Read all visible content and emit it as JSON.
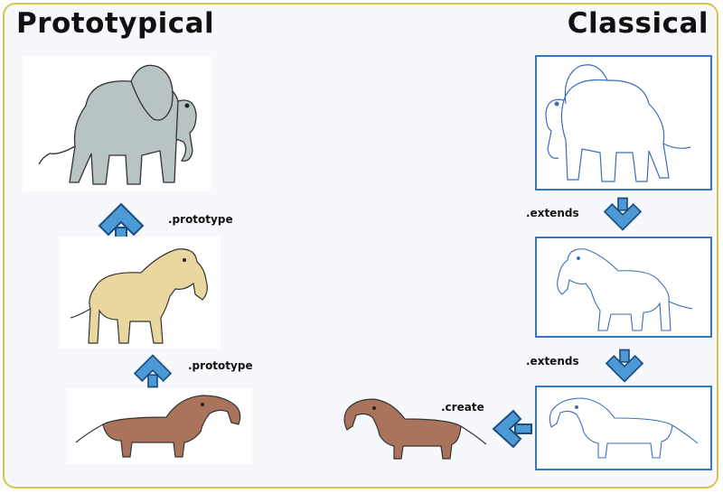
{
  "titles": {
    "left": "Prototypical",
    "right": "Classical"
  },
  "labels": {
    "prototype_1": ".prototype",
    "prototype_2": ".prototype",
    "extends_1": ".extends",
    "extends_2": ".extends",
    "create": ".create"
  },
  "colors": {
    "frame": "#d9c44a",
    "elephant_fill": "#b8c3c3",
    "dog_fill": "#ead79f",
    "dachshund_fill": "#a9745b",
    "line_art": "#3a6fb8",
    "arrow_fill": "#4b9ad6"
  },
  "icons": [
    "elephant-icon",
    "elephant-dog-icon",
    "elephant-dachshund-icon",
    "arrow-up-icon",
    "arrow-down-icon",
    "arrow-left-icon"
  ]
}
